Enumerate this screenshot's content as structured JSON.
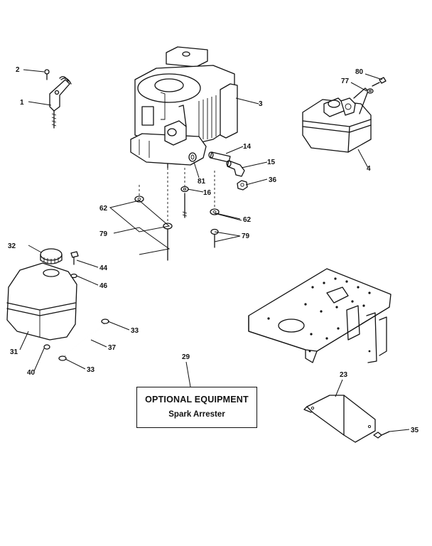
{
  "notice": {
    "title": "OPTIONAL EQUIPMENT",
    "subtitle": "Spark Arrester"
  },
  "callouts": {
    "c1": "1",
    "c2": "2",
    "c3": "3",
    "c4": "4",
    "c14": "14",
    "c15": "15",
    "c16": "16",
    "c23": "23",
    "c29": "29",
    "c31": "31",
    "c32": "32",
    "c33a": "33",
    "c33b": "33",
    "c35": "35",
    "c36": "36",
    "c37": "37",
    "c40": "40",
    "c44": "44",
    "c46": "46",
    "c62a": "62",
    "c62b": "62",
    "c77": "77",
    "c79a": "79",
    "c79b": "79",
    "c80": "80",
    "c81": "81"
  }
}
